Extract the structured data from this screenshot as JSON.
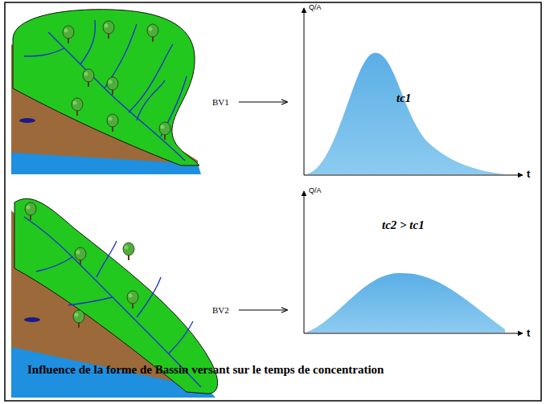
{
  "diagram": {
    "caption": "Influence de la forme de Bassin versant sur le temps de concentration",
    "nodes": [
      {
        "text": [
          "BV1"
        ]
      },
      {
        "text": [
          "Q/A",
          "tc1",
          "t"
        ]
      },
      {
        "text": [
          "BV2"
        ]
      },
      {
        "text": [
          "Q/A",
          "tc2 > tc1",
          "t"
        ]
      }
    ],
    "edges": [
      {
        "from": 0,
        "to": 1,
        "arrow": "to"
      },
      {
        "from": 2,
        "to": 3,
        "arrow": "to"
      }
    ]
  }
}
